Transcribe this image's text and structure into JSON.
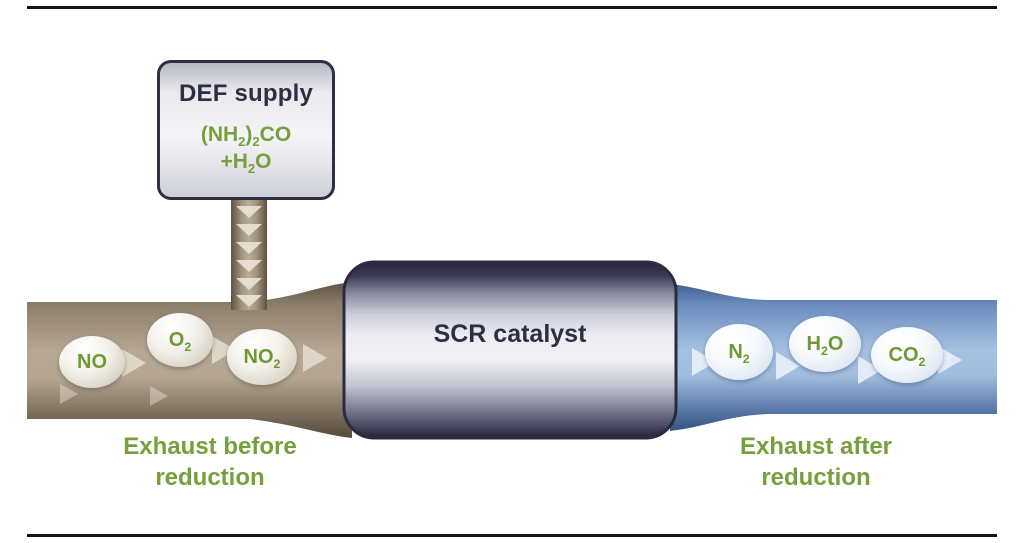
{
  "colors": {
    "accent_green": "#76a03c",
    "dark_navy": "#2e2e44",
    "pipe_brown": "#a4957f",
    "pipe_blue": "#8fb0d8",
    "tank_gray": "#e9e9ee"
  },
  "tank": {
    "title": "DEF supply",
    "formula_line1": [
      {
        "t": "(NH"
      },
      {
        "t": "2",
        "sub": true
      },
      {
        "t": ")"
      },
      {
        "t": "2",
        "sub": true
      },
      {
        "t": "CO"
      }
    ],
    "formula_line2": [
      {
        "t": "+H"
      },
      {
        "t": "2",
        "sub": true
      },
      {
        "t": "O"
      }
    ]
  },
  "catalyst": {
    "label": "SCR catalyst"
  },
  "before": {
    "caption": "Exhaust before reduction",
    "molecules": [
      {
        "name": "NO",
        "segments": [
          {
            "t": "NO"
          }
        ]
      },
      {
        "name": "O2",
        "segments": [
          {
            "t": "O"
          },
          {
            "t": "2",
            "sub": true
          }
        ]
      },
      {
        "name": "NO2",
        "segments": [
          {
            "t": "NO"
          },
          {
            "t": "2",
            "sub": true
          }
        ]
      }
    ]
  },
  "after": {
    "caption": "Exhaust after reduction",
    "molecules": [
      {
        "name": "N2",
        "segments": [
          {
            "t": "N"
          },
          {
            "t": "2",
            "sub": true
          }
        ]
      },
      {
        "name": "H2O",
        "segments": [
          {
            "t": "H"
          },
          {
            "t": "2",
            "sub": true
          },
          {
            "t": "O"
          }
        ]
      },
      {
        "name": "CO2",
        "segments": [
          {
            "t": "CO"
          },
          {
            "t": "2",
            "sub": true
          }
        ]
      }
    ]
  }
}
